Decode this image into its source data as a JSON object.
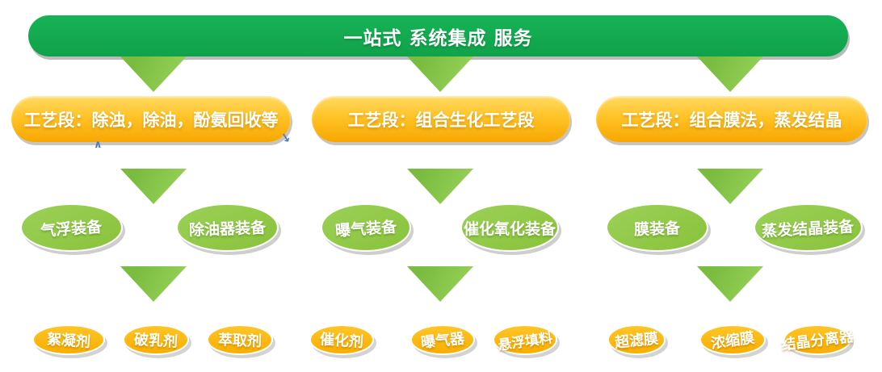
{
  "banner": {
    "title": "一站式 系统集成 服务"
  },
  "columns": [
    {
      "process_label": "工艺段：除浊，除油，酚氨回收等",
      "equipment": [
        "气浮装备",
        "除油器装备"
      ],
      "products": [
        "絮凝剂",
        "破乳剂",
        "萃取剂"
      ]
    },
    {
      "process_label": "工艺段：组合生化工艺段",
      "equipment": [
        "曝气装备",
        "催化氧化装备"
      ],
      "products": [
        "催化剂",
        "曝气器",
        "悬浮填料"
      ]
    },
    {
      "process_label": "工艺段：组合膜法，蒸发结晶",
      "equipment": [
        "膜装备",
        "蒸发结晶装备"
      ],
      "products": [
        "超滤膜",
        "浓缩膜",
        "结晶分离器"
      ]
    }
  ],
  "annotations": {
    "caret": "∧",
    "down_arrow": "↓"
  },
  "colors": {
    "banner_green": "#12A94F",
    "triangle_green": "#8CC84E",
    "stage_orange": "#FFC227",
    "equipment_green": "#92CB4B",
    "product_yellow": "#FFB700",
    "annotation_blue": "#4E7CC1",
    "text": "#FFFFFF"
  }
}
